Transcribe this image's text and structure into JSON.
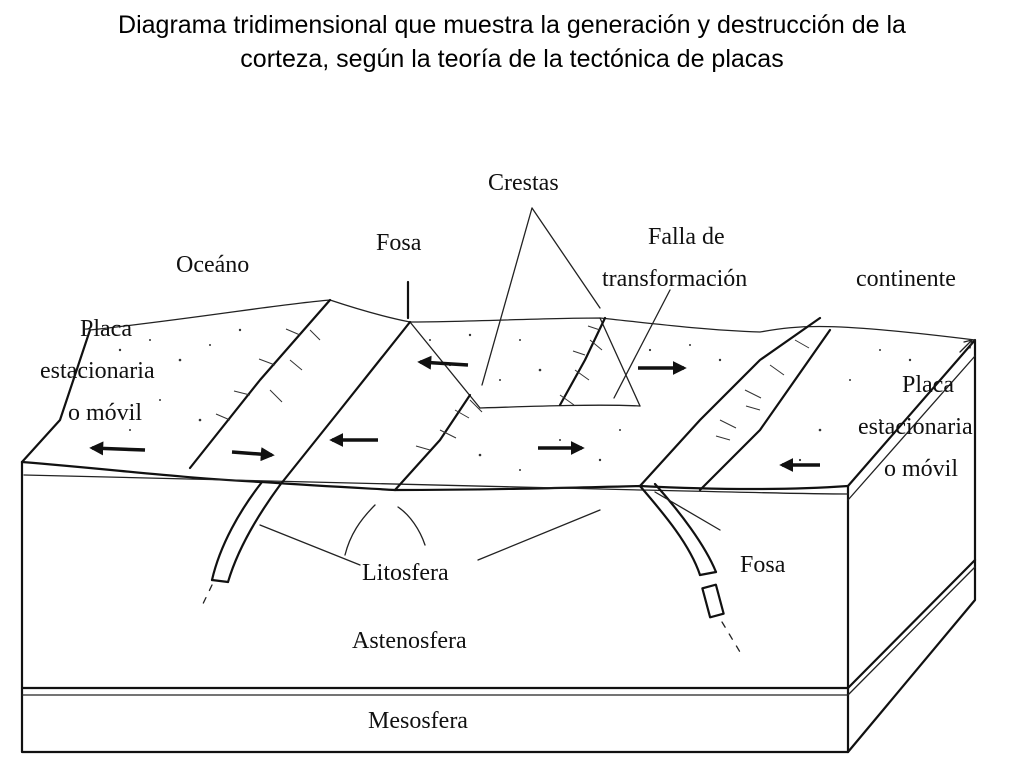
{
  "title": {
    "line1": "Diagrama tridimensional que muestra la generación y destrucción de la",
    "line2": "corteza, según la teoría de la tectónica de placas"
  },
  "labels": {
    "crestas": "Crestas",
    "fosa_top": "Fosa",
    "oceano": "Oceáno",
    "falla_line1": "Falla de",
    "falla_line2": "transformación",
    "continente": "continente",
    "placa_left_1": "Placa",
    "placa_left_2": "estacionaria",
    "placa_left_3": "o móvil",
    "placa_right_1": "Placa",
    "placa_right_2": "estacionaria",
    "placa_right_3": "o móvil",
    "litosfera": "Litosfera",
    "fosa_right": "Fosa",
    "astenosfera": "Astenosfera",
    "mesosfera": "Mesosfera"
  }
}
